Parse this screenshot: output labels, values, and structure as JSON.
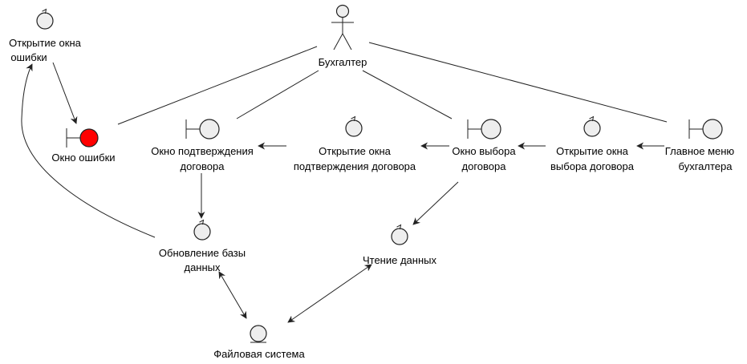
{
  "colors": {
    "node_fill": "#eeeeee",
    "error_fill": "#ff0000",
    "stroke": "#222222",
    "background": "#ffffff"
  },
  "actor": {
    "label": "Бухгалтер",
    "icon": "stick-figure-actor-icon"
  },
  "controls": {
    "open_error": {
      "line1": "Открытие окна",
      "line2": "ошибки",
      "icon": "control-icon"
    },
    "open_confirm": {
      "line1": "Открытие окна",
      "line2": "подтверждения договора",
      "icon": "control-icon"
    },
    "open_select": {
      "line1": "Открытие окна",
      "line2": "выбора договора",
      "icon": "control-icon"
    },
    "update_db": {
      "line1": "Обновление базы",
      "line2": "данных",
      "icon": "control-icon"
    },
    "read_data": {
      "line1": "Чтение данных",
      "icon": "control-icon"
    }
  },
  "boundaries": {
    "error_window": {
      "line1": "Окно ошибки",
      "icon": "boundary-icon"
    },
    "confirm_window": {
      "line1": "Окно подтверждения",
      "line2": "договора",
      "icon": "boundary-icon"
    },
    "select_window": {
      "line1": "Окно выбора",
      "line2": "договора",
      "icon": "boundary-icon"
    },
    "main_menu": {
      "line1": "Главное меню",
      "line2": "бухгалтера",
      "icon": "boundary-icon"
    }
  },
  "entities": {
    "file_system": {
      "line1": "Файловая система",
      "icon": "entity-icon"
    }
  }
}
